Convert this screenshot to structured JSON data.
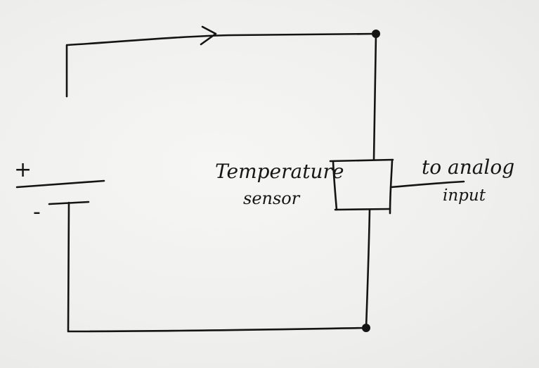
{
  "diagram": {
    "battery": {
      "positive_label": "+",
      "negative_label": "-"
    },
    "sensor": {
      "label_line1": "Temperature",
      "label_line2": "sensor"
    },
    "output": {
      "label_line1": "to analog",
      "label_line2": "input"
    },
    "colors": {
      "ink": "#141414",
      "paper": "#f1f1ef"
    }
  }
}
